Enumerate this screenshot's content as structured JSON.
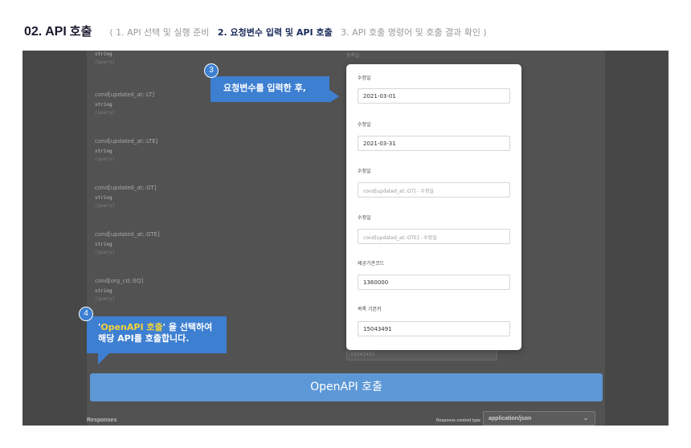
{
  "header": {
    "title": "02. API",
    "title_ko": "호출",
    "step1": "( 1. API 선택 및 실행 준비",
    "step2": "2. 요청변수 입력 및 API 호출",
    "step3": "3. API 호출 명령어 및 호출 결과 확인 )"
  },
  "params": [
    {
      "name": "cond[updated_at::LT]",
      "type": "string",
      "loc": "(query)"
    },
    {
      "name": "cond[updated_at::LTE]",
      "type": "string",
      "loc": "(query)"
    },
    {
      "name": "cond[updated_at::GT]",
      "type": "string",
      "loc": "(query)"
    },
    {
      "name": "cond[updated_at::GTE]",
      "type": "string",
      "loc": "(query)"
    },
    {
      "name": "cond[org_cd::EQ]",
      "type": "string",
      "loc": "(query)"
    }
  ],
  "top_param": {
    "type": "string",
    "loc": "(query)"
  },
  "ghost": {
    "top_label": "등록일",
    "bottom_value": "15043491"
  },
  "card": {
    "fields": [
      {
        "label": "수정일",
        "value": "2021-03-01",
        "placeholder": ""
      },
      {
        "label": "수정일",
        "value": "2021-03-31",
        "placeholder": ""
      },
      {
        "label": "수정일",
        "value": "",
        "placeholder": "cond[updated_at::GT] - 수정일"
      },
      {
        "label": "수정일",
        "value": "",
        "placeholder": "cond[updated_at::GTE] - 수정일"
      },
      {
        "label": "제공기관코드",
        "value": "1360000",
        "placeholder": ""
      },
      {
        "label": "목록 기본키",
        "value": "15043491",
        "placeholder": ""
      }
    ]
  },
  "callout3": {
    "num": "3",
    "text": "요청변수를 입력한 후,"
  },
  "callout4": {
    "num": "4",
    "quote_open": "'",
    "highlight": "OpenAPI 호출",
    "quote_close": "'",
    "text_after": " 을 선택하여",
    "line2": "해당 API를 호출합니다."
  },
  "execute": {
    "label": "OpenAPI 호출"
  },
  "responses": {
    "label": "Responses",
    "content_type_label": "Response content type",
    "content_type_value": "application/json"
  },
  "colors": {
    "accent": "#3d7fd1",
    "highlight": "#f2d23a",
    "button": "#5d98d6",
    "overlay": "#474747"
  }
}
